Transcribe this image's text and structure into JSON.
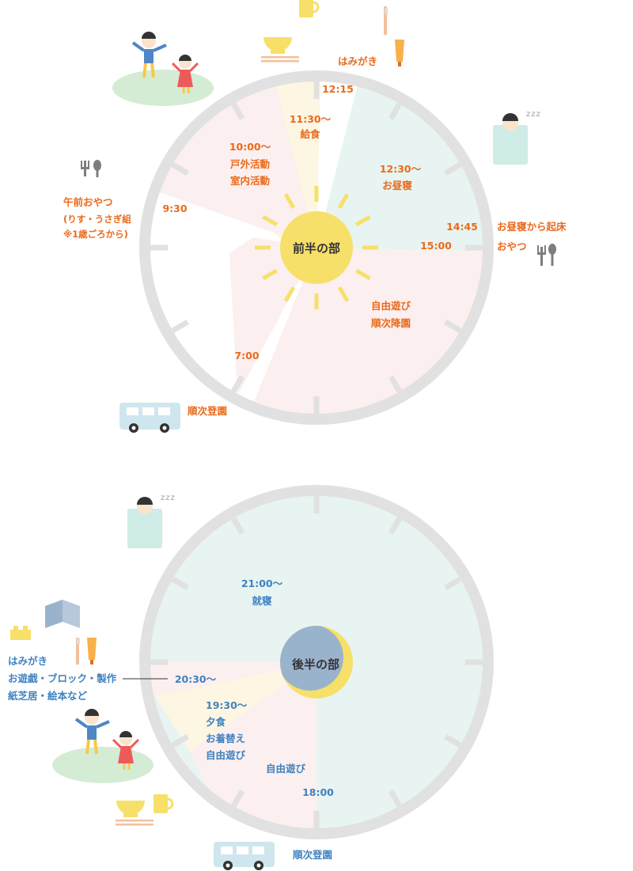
{
  "colors": {
    "pink": "#fcefef",
    "cream": "#fcf6e2",
    "mint": "#e7f4f1",
    "rim": "#e1e1e1",
    "orange_text": "#ea6a1c",
    "blue_text": "#3f82c0",
    "sun": "#f7e06a",
    "moon_blue": "#9ab3cc"
  },
  "top": {
    "hub": "前半の部",
    "times": {
      "t0700": "7:00",
      "t0930": "9:30",
      "t1000": "10:00～",
      "t1130": "11:30～",
      "t1215": "12:15",
      "t1230": "12:30～",
      "t1445": "14:45",
      "t1500": "15:00"
    },
    "activities": {
      "outdoor": "戸外活動",
      "indoor": "室内活動",
      "lunch": "給食",
      "nap": "お昼寝",
      "free_play": "自由遊び",
      "pickup": "順次降園"
    },
    "outside": {
      "brushing": "はみがき",
      "wakeup": "お昼寝から起床",
      "snack": "おやつ",
      "morning_snack_1": "午前おやつ",
      "morning_snack_2": "(りす・うさぎ組",
      "morning_snack_3": "※1歳ごろから)",
      "arrival": "順次登園",
      "zzz": "zzz"
    }
  },
  "bottom": {
    "hub": "後半の部",
    "times": {
      "t1800": "18:00",
      "t1930": "19:30～",
      "t2030": "20:30～",
      "t2100": "21:00～"
    },
    "activities": {
      "free_play": "自由遊び",
      "dinner": "夕食",
      "change": "お着替え",
      "free_play2": "自由遊び",
      "sleep": "就寝"
    },
    "outside": {
      "note_1": "はみがき",
      "note_2": "お遊戯・ブロック・製作",
      "note_3": "紙芝居・絵本など",
      "arrival": "順次登園",
      "zzz": "zzz"
    }
  }
}
